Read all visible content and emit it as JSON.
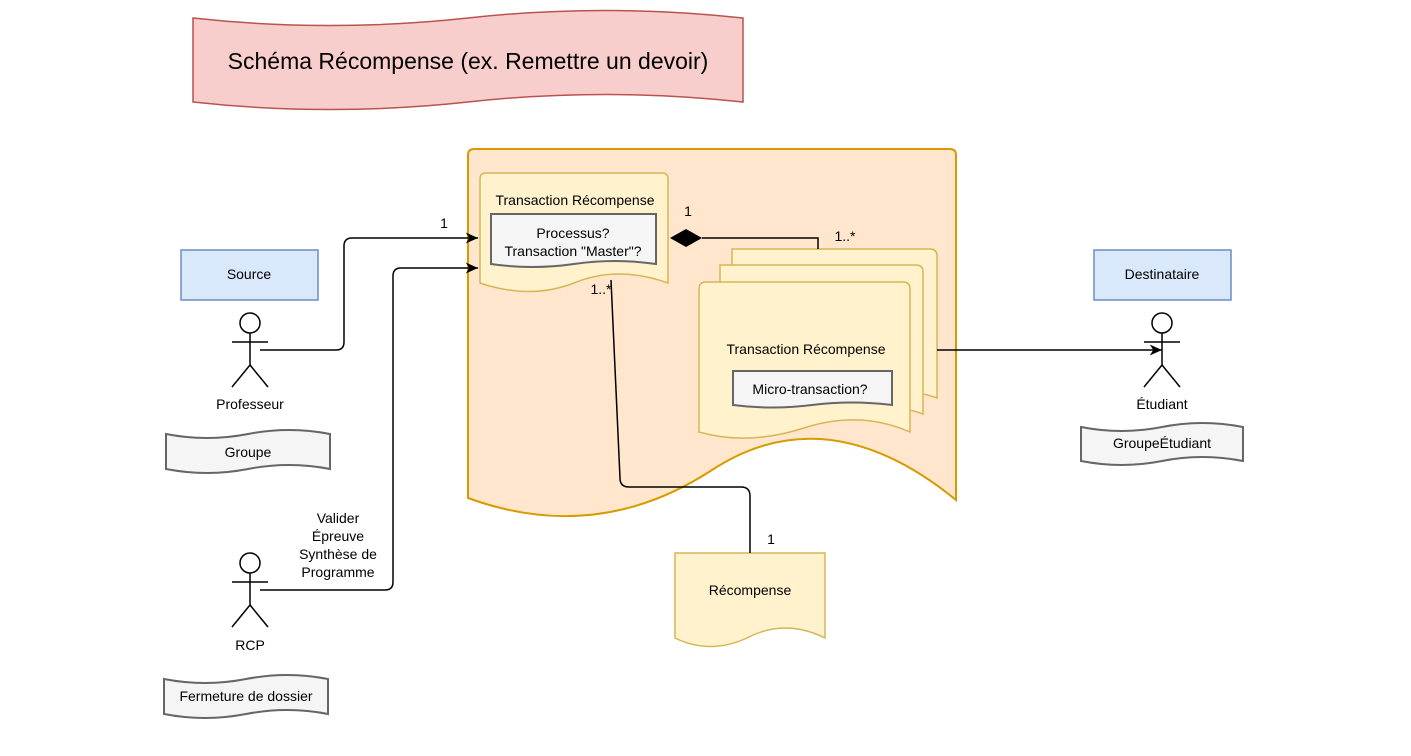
{
  "title": "Schéma Récompense (ex. Remettre un devoir)",
  "source_label": "Source",
  "destinataire_label": "Destinataire",
  "actors": {
    "professeur": "Professeur",
    "rcp": "RCP",
    "etudiant": "Étudiant"
  },
  "groups": {
    "groupe": "Groupe",
    "fermeture": "Fermeture de dossier",
    "groupe_etudiant": "GroupeÉtudiant"
  },
  "master": {
    "title": "Transaction Récompense",
    "note_line1": "Processus?",
    "note_line2": "Transaction \"Master\"?"
  },
  "micro": {
    "title": "Transaction Récompense",
    "note": "Micro-transaction?"
  },
  "recompense": "Récompense",
  "rcp_edge_lines": [
    "Valider",
    "Épreuve",
    "Synthèse de",
    "Programme"
  ],
  "multiplicities": {
    "prof_to_master": "1",
    "master_diamond": "1",
    "micro_many": "1..*",
    "master_many": "1..*",
    "recompense_one": "1"
  },
  "colors": {
    "title_fill": "#f8cecc",
    "title_stroke": "#b85450",
    "container_fill": "#ffe6cc",
    "container_stroke": "#d79b00",
    "doc_fill": "#fff2cc",
    "doc_stroke": "#d6b656",
    "blue_fill": "#dae8fc",
    "blue_stroke": "#6c8ebf",
    "gray_fill": "#f5f5f5",
    "gray_stroke": "#666666"
  }
}
